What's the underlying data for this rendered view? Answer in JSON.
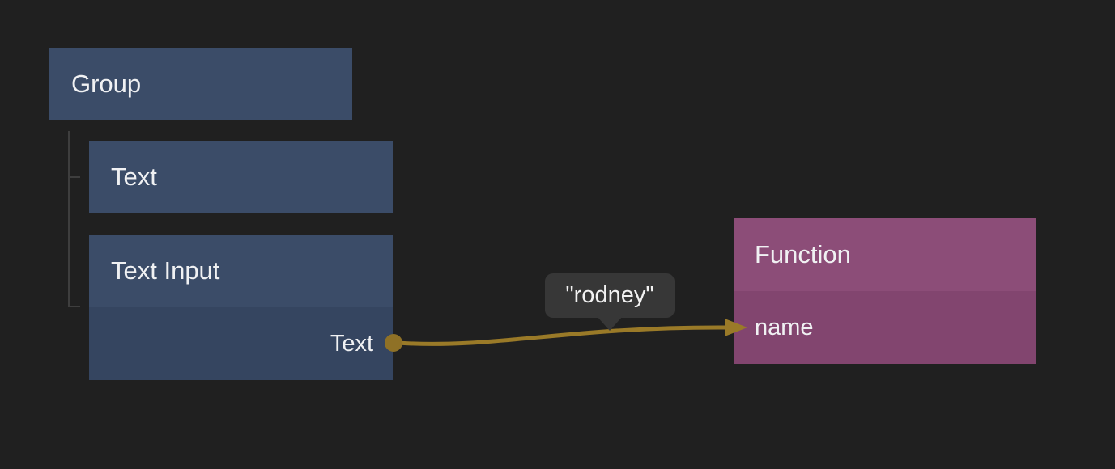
{
  "colors": {
    "background": "#202020",
    "node_blue_header": "#3b4c68",
    "node_blue_body": "#354560",
    "node_magenta_header": "#8c4d78",
    "node_magenta_body": "#82456f",
    "wire_gold": "#9a7a28",
    "port_circle_gold": "#8f7126",
    "tooltip_background": "#373737",
    "tree_line": "#3e3e3e",
    "text": "#f0f1f3"
  },
  "nodes": {
    "group": {
      "title": "Group"
    },
    "text": {
      "title": "Text"
    },
    "text_input": {
      "title": "Text Input",
      "output_port_label": "Text"
    },
    "function": {
      "title": "Function",
      "input_port_label": "name"
    }
  },
  "wire": {
    "value_tooltip": "\"rodney\"",
    "from_node": "Text Input",
    "from_port": "Text",
    "to_node": "Function",
    "to_port": "name"
  }
}
